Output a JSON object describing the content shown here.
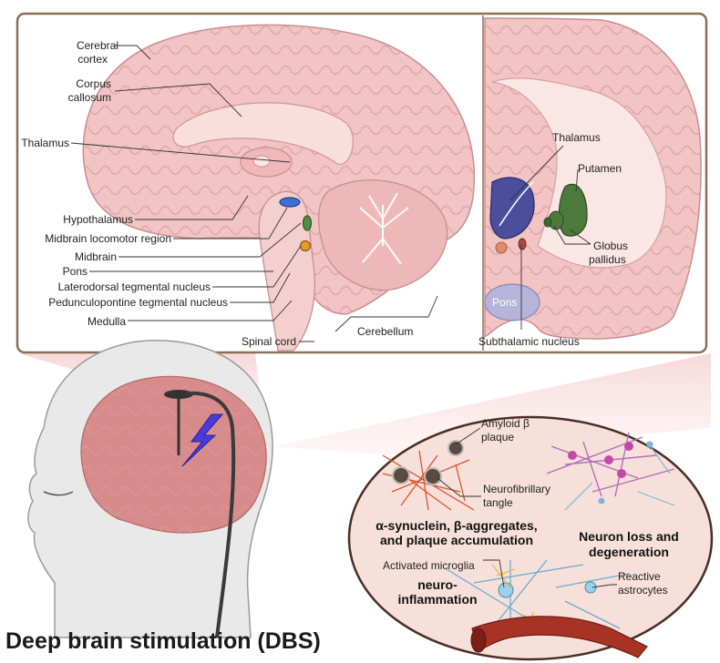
{
  "title": "Deep brain stimulation (DBS)",
  "sagittal_labels": {
    "cerebral_cortex_1": "Cerebral",
    "cerebral_cortex_2": "cortex",
    "corpus_callosum_1": "Corpus",
    "corpus_callosum_2": "callosum",
    "thalamus": "Thalamus",
    "hypothalamus": "Hypothalamus",
    "midbrain_locomotor": "Midbrain locomotor region",
    "midbrain": "Midbrain",
    "pons": "Pons",
    "laterodorsal": "Laterodorsal tegmental nucleus",
    "pedunculopontine": "Pedunculopontine tegmental nucleus",
    "medulla": "Medulla",
    "spinal_cord": "Spinal cord",
    "cerebellum": "Cerebellum"
  },
  "coronal_labels": {
    "thalamus": "Thalamus",
    "putamen": "Putamen",
    "globus_1": "Globus",
    "globus_2": "pallidus",
    "pons": "Pons",
    "subthalamic": "Subthalamic nucleus"
  },
  "pathology": {
    "amyloid_1": "Amyloid β",
    "amyloid_2": "plaque",
    "tangle_1": "Neurofibrillary",
    "tangle_2": "tangle",
    "aggregates_1": "α-synuclein, β-aggregates,",
    "aggregates_2": "and plaque accumulation",
    "neuron_loss_1": "Neuron loss and",
    "neuron_loss_2": "degeneration",
    "microglia": "Activated microglia",
    "inflammation_1": "neuro-",
    "inflammation_2": "inflammation",
    "astrocytes_1": "Reactive",
    "astrocytes_2": "astrocytes"
  },
  "colors": {
    "brain_pink": "#f2c4c4",
    "brain_dark": "#d99a9a",
    "frame": "#8a6e5a",
    "thalamus_blue": "#4a4e9c",
    "putamen_green": "#4c7a3c",
    "pons_lavender": "#b6b4d8",
    "oval_bg": "#f7e0da"
  }
}
